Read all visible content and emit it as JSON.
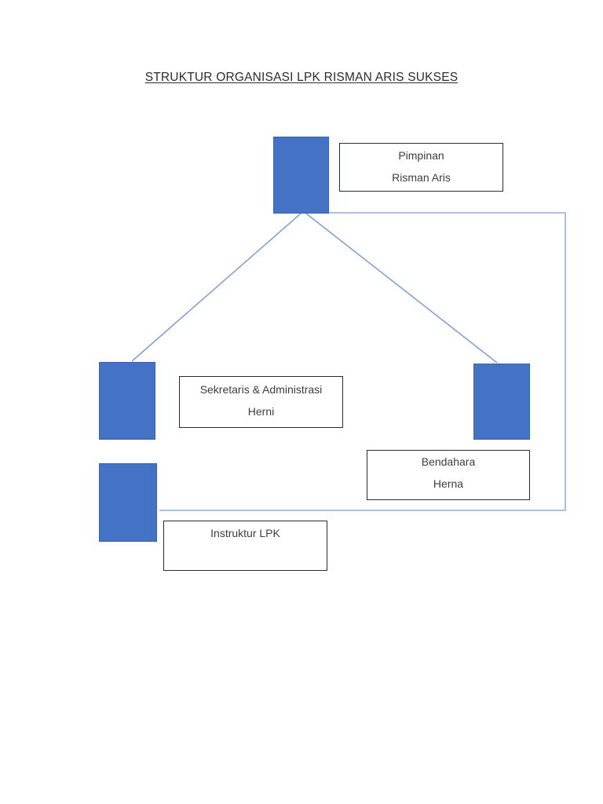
{
  "page": {
    "title": "STRUKTUR ORGANISASI LPK RISMAN ARIS SUKSES"
  },
  "colors": {
    "node_fill": "#4472C4",
    "node_border": "#3B63AE",
    "connector_outline": "#A3B8DC",
    "connector_diagonal": "#7E9DD3",
    "label_box_border": "#2B2B2B",
    "text": "#3D3D3D"
  },
  "org": {
    "pimpinan": {
      "role": "Pimpinan",
      "name": "Risman Aris"
    },
    "sekretaris": {
      "role": "Sekretaris & Administrasi",
      "name": "Herni"
    },
    "bendahara": {
      "role": "Bendahara",
      "name": "Herna"
    },
    "instruktur": {
      "role": "Instruktur LPK"
    }
  }
}
